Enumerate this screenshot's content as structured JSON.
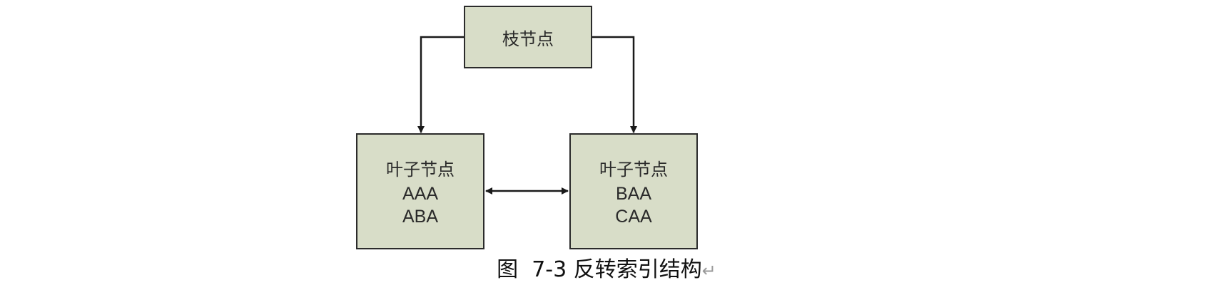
{
  "branch_node": {
    "label": "枝节点"
  },
  "leaf_nodes": [
    {
      "label": "叶子节点",
      "keys": [
        "AAA",
        "ABA"
      ]
    },
    {
      "label": "叶子节点",
      "keys": [
        "BAA",
        "CAA"
      ]
    }
  ],
  "caption": {
    "text": "图  7-3 反转索引结构",
    "mark": "↵"
  },
  "colors": {
    "node_fill": "#d8ddc8",
    "stroke": "#2b2b2b"
  }
}
